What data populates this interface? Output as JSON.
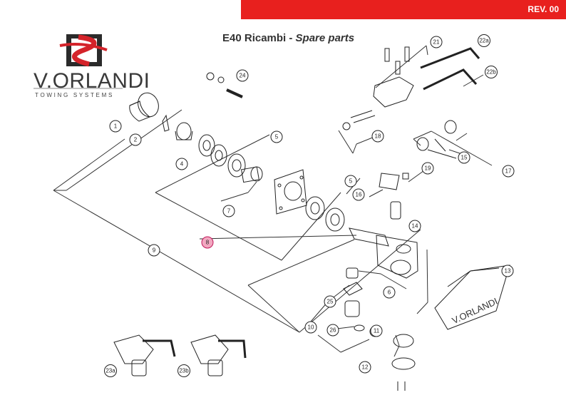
{
  "header": {
    "rev": "REV. 00",
    "accent": "#e8201e"
  },
  "title": {
    "main": "E40 Ricambi - ",
    "italic": "Spare parts"
  },
  "brand": {
    "name": "V.ORLANDI",
    "tagline": "TOWING SYSTEMS",
    "colors": [
      "#2b2b2b",
      "#d4232a"
    ],
    "watermark": "V.ORLANDI"
  },
  "callouts": [
    {
      "id": "c1",
      "label": "1"
    },
    {
      "id": "c2",
      "label": "2"
    },
    {
      "id": "c4",
      "label": "4"
    },
    {
      "id": "c5a",
      "label": "5"
    },
    {
      "id": "c5b",
      "label": "5"
    },
    {
      "id": "c6",
      "label": "6"
    },
    {
      "id": "c7",
      "label": "7"
    },
    {
      "id": "c8",
      "label": "8",
      "highlight": true
    },
    {
      "id": "c9",
      "label": "9"
    },
    {
      "id": "c10",
      "label": "10"
    },
    {
      "id": "c11",
      "label": "11"
    },
    {
      "id": "c12",
      "label": "12"
    },
    {
      "id": "c13",
      "label": "13"
    },
    {
      "id": "c14",
      "label": "14"
    },
    {
      "id": "c15",
      "label": "15"
    },
    {
      "id": "c16",
      "label": "16"
    },
    {
      "id": "c17",
      "label": "17"
    },
    {
      "id": "c18",
      "label": "18"
    },
    {
      "id": "c19",
      "label": "19"
    },
    {
      "id": "c21",
      "label": "21"
    },
    {
      "id": "c22a",
      "label": "22a"
    },
    {
      "id": "c22b",
      "label": "22b"
    },
    {
      "id": "c23a",
      "label": "23a"
    },
    {
      "id": "c23b",
      "label": "23b"
    },
    {
      "id": "c24",
      "label": "24"
    },
    {
      "id": "c25",
      "label": "25"
    },
    {
      "id": "c26",
      "label": "26"
    }
  ]
}
